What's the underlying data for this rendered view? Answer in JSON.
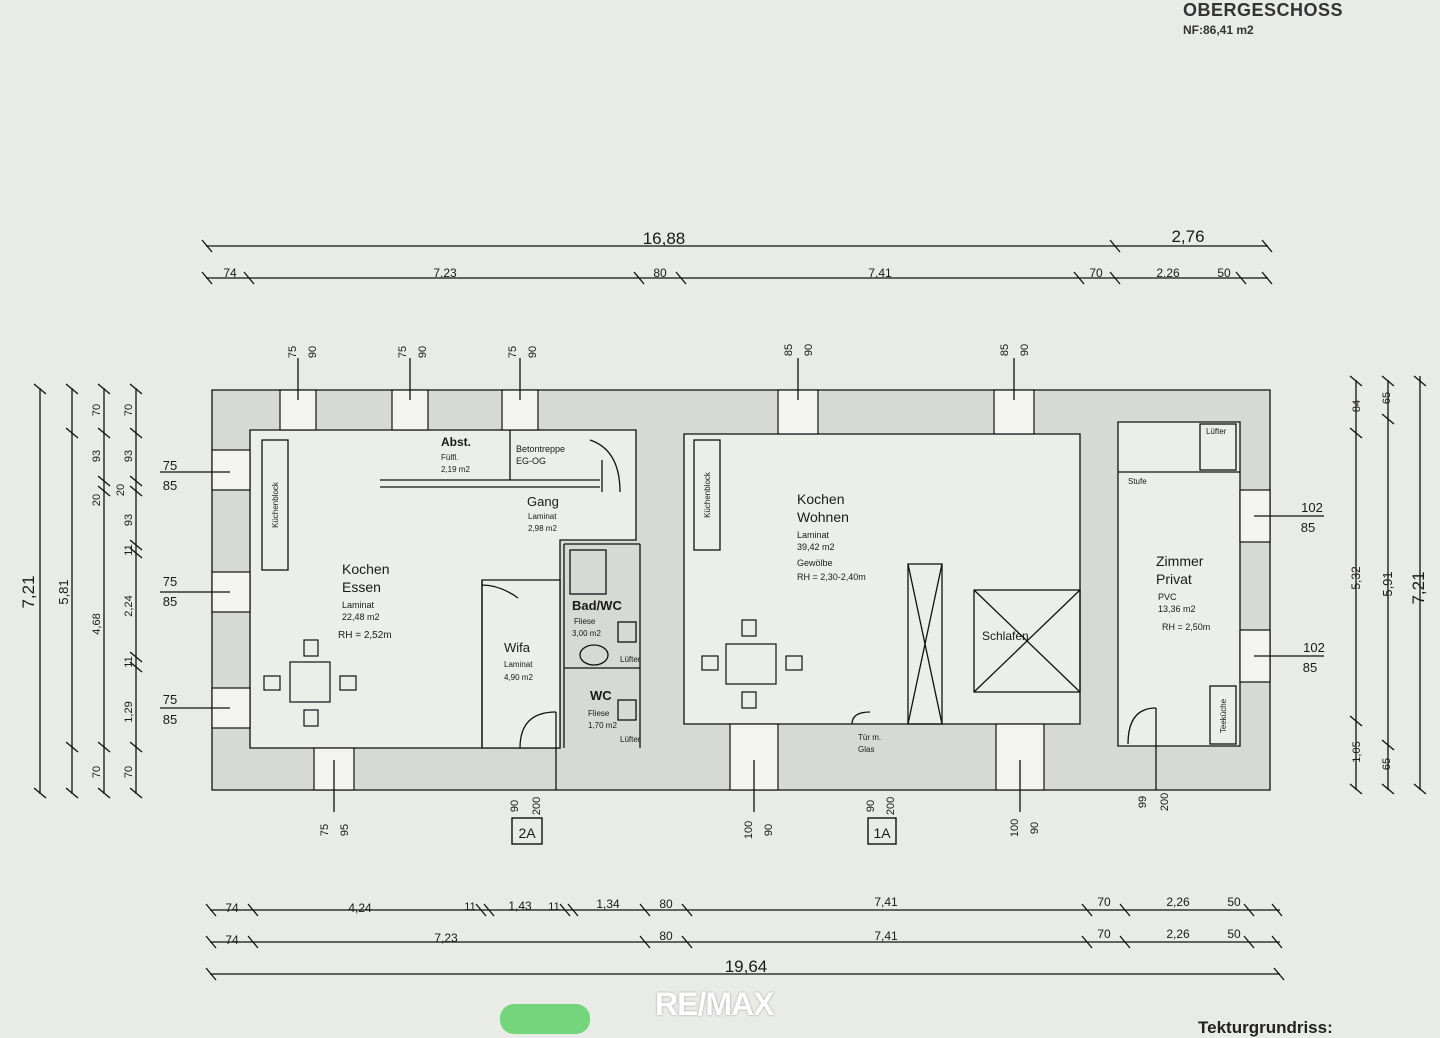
{
  "header": {
    "title": "OBERGESCHOSS",
    "area": "NF:86,41 m2"
  },
  "footer": {
    "logo": "RE/MAX",
    "note": "Tekturgrundriss:"
  },
  "rooms": {
    "abst": {
      "name": "Abst.",
      "floor": "Fülfl.",
      "area": "2,19 m2"
    },
    "betontreppe": {
      "line1": "Betontreppe",
      "line2": "EG-OG"
    },
    "gang": {
      "name": "Gang",
      "floor": "Laminat",
      "area": "2,98 m2"
    },
    "kochen_essen": {
      "name1": "Kochen",
      "name2": "Essen",
      "floor": "Laminat",
      "area": "22,48 m2",
      "height": "RH = 2,52m"
    },
    "bad": {
      "name": "Bad/WC",
      "floor": "Fliese",
      "area": "3,00 m2",
      "vent": "Lüfter"
    },
    "wifa": {
      "name": "Wifa",
      "floor": "Laminat",
      "area": "4,90 m2"
    },
    "wc": {
      "name": "WC",
      "floor": "Fliese",
      "area": "1,70 m2",
      "vent": "Lüfter"
    },
    "kochen_wohnen": {
      "name1": "Kochen",
      "name2": "Wohnen",
      "floor": "Laminat",
      "area": "39,42 m2",
      "ceiling": "Gewölbe",
      "height": "RH = 2,30-2,40m"
    },
    "schlafen": {
      "name": "Schlafen"
    },
    "tuer": {
      "line1": "Tür m.",
      "line2": "Glas"
    },
    "zimmer": {
      "name1": "Zimmer",
      "name2": "Privat",
      "floor": "PVC",
      "area": "13,36 m2",
      "height": "RH = 2,50m",
      "vent": "Lüfter",
      "step": "Stufe",
      "kitchen": "Teeküche"
    },
    "kuechenblock": "Küchenblock"
  },
  "dims_top": {
    "total": "16,88",
    "right": "2,76",
    "segments": [
      "74",
      "7,23",
      "80",
      "7,41",
      "70",
      "2,26",
      "50"
    ]
  },
  "dims_bottom": {
    "row1": [
      "74",
      "4,24",
      "11",
      "1,43",
      "11",
      "1,34",
      "80",
      "7,41",
      "70",
      "2,26",
      "50"
    ],
    "row2": [
      "74",
      "7,23",
      "80",
      "7,41",
      "70",
      "2,26",
      "50"
    ],
    "total": "19,64"
  },
  "dims_left": {
    "outer": "7,21",
    "mid": "5,81",
    "col2": [
      "70",
      "93",
      "20",
      "4,68",
      "70"
    ],
    "col3": [
      "70",
      "93",
      "20",
      "93",
      "11",
      "2,24",
      "11",
      "1,29",
      "70"
    ]
  },
  "dims_right": {
    "outer": "7,21",
    "mid": "5,91",
    "col1": [
      "84",
      "5,32",
      "1,05"
    ],
    "col2": [
      "65",
      "65"
    ]
  },
  "windows": {
    "top": [
      [
        "75",
        "90"
      ],
      [
        "75",
        "90"
      ],
      [
        "75",
        "90"
      ],
      [
        "85",
        "90"
      ],
      [
        "85",
        "90"
      ]
    ],
    "left": [
      [
        "75",
        "85"
      ],
      [
        "75",
        "85"
      ],
      [
        "75",
        "85"
      ]
    ],
    "right": [
      [
        "102",
        "85"
      ],
      [
        "102",
        "85"
      ]
    ],
    "bottom": [
      [
        "75",
        "95"
      ],
      [
        "100",
        "90"
      ],
      [
        "100",
        "90"
      ]
    ],
    "doors": [
      [
        "90",
        "200"
      ],
      [
        "90",
        "200"
      ],
      [
        "99",
        "200"
      ]
    ]
  },
  "entrances": {
    "a": "2A",
    "b": "1A"
  }
}
